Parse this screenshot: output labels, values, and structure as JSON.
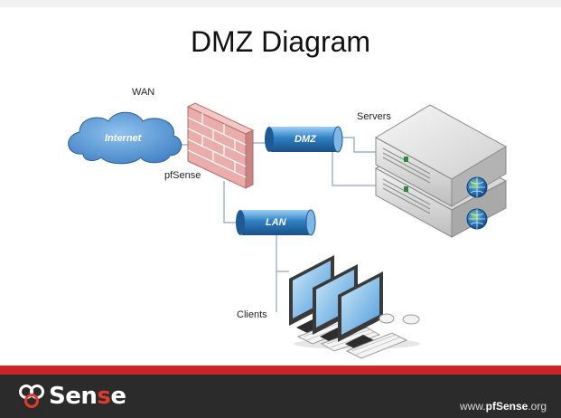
{
  "title": "DMZ Diagram",
  "labels": {
    "wan": "WAN",
    "internet": "Internet",
    "pfsense": "pfSense",
    "dmz": "DMZ",
    "lan": "LAN",
    "servers": "Servers",
    "clients": "Clients"
  },
  "footer": {
    "logo_prefix": "Sen",
    "logo_accent": "s",
    "logo_suffix": "e",
    "site_pre": "www.",
    "site_brand": "pfSense",
    "site_post": ".org"
  },
  "colors": {
    "accent_red": "#c8262a",
    "footer_bg": "#2b2b2b",
    "cloud": "#4d8fd0",
    "pipe": "#2e7fc4",
    "firewall": "#e7a8a6"
  }
}
